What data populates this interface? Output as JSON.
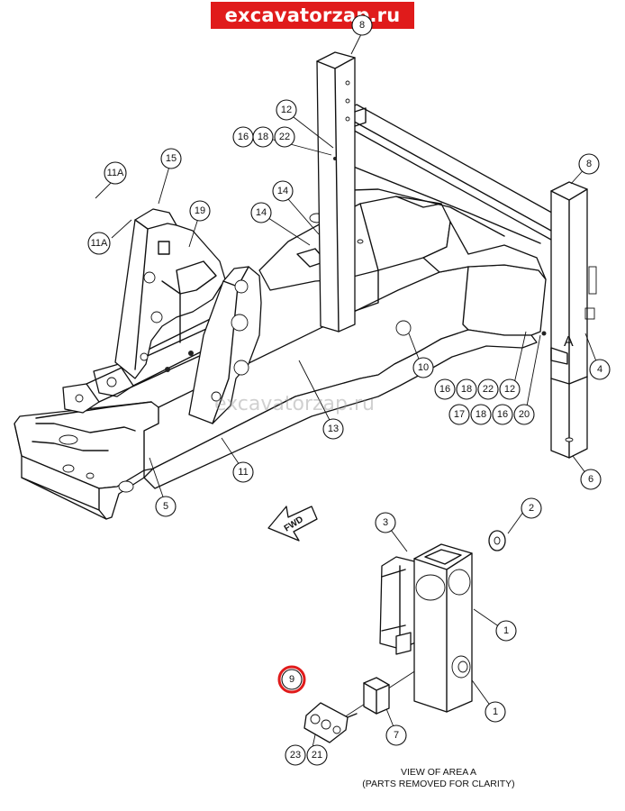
{
  "banner": {
    "text": "excavatorzap.ru",
    "color": "#e01b1b"
  },
  "watermark": "excavatorzap.ru",
  "fwd_label": "FWD",
  "area_label": "A",
  "view_caption": {
    "line1": "VIEW OF AREA A",
    "line2": "(PARTS REMOVED FOR CLARITY)"
  },
  "highlight_color": "#e01b1b",
  "callouts": {
    "c8_top": "8",
    "c12_top": "12",
    "c16_top": "16",
    "c18_top": "18",
    "c22_top": "22",
    "c15": "15",
    "c11a_a": "11A",
    "c11a_b": "11A",
    "c19": "19",
    "c14_a": "14",
    "c14_b": "14",
    "c8_right": "8",
    "c4": "4",
    "c6": "6",
    "c10": "10",
    "c16_mid": "16",
    "c18_mid": "18",
    "c22_mid": "22",
    "c12_mid": "12",
    "c17": "17",
    "c18_low": "18",
    "c16_low": "16",
    "c20": "20",
    "c13": "13",
    "c11": "11",
    "c5": "5",
    "c3": "3",
    "c2": "2",
    "c1_a": "1",
    "c1_b": "1",
    "c9": "9",
    "c7": "7",
    "c23": "23",
    "c21": "21"
  }
}
